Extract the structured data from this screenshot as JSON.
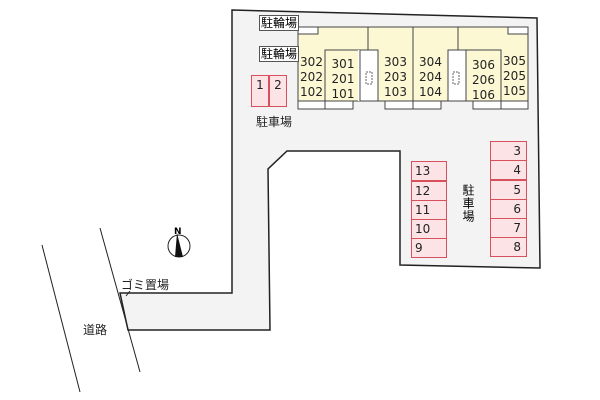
{
  "labels": {
    "bicycle_parking_1": "駐輪場",
    "bicycle_parking_2": "駐輪場",
    "car_parking_top": "駐車場",
    "car_parking_right": "駐車場",
    "garbage": "ゴミ置場",
    "road": "道路",
    "north": "N"
  },
  "building": {
    "units": [
      {
        "col": "a",
        "rooms": [
          "302",
          "202",
          "102"
        ]
      },
      {
        "col": "b",
        "rooms": [
          "301",
          "201",
          "101"
        ]
      },
      {
        "col": "c",
        "rooms": [
          "303",
          "203",
          "103"
        ]
      },
      {
        "col": "d",
        "rooms": [
          "304",
          "204",
          "104"
        ]
      },
      {
        "col": "e",
        "rooms": [
          "306",
          "206",
          "106"
        ]
      },
      {
        "col": "f",
        "rooms": [
          "305",
          "205",
          "105"
        ]
      }
    ]
  },
  "parking": {
    "top_left": [
      "1",
      "2"
    ],
    "middle_column": [
      "13",
      "12",
      "11",
      "10",
      "9"
    ],
    "right_column": [
      "3",
      "4",
      "5",
      "6",
      "7",
      "8"
    ]
  },
  "colors": {
    "lot": "#f3f3f3",
    "building": "#fdf8d4",
    "parking_fill": "#fbe3e6",
    "parking_border": "#d8505c"
  }
}
